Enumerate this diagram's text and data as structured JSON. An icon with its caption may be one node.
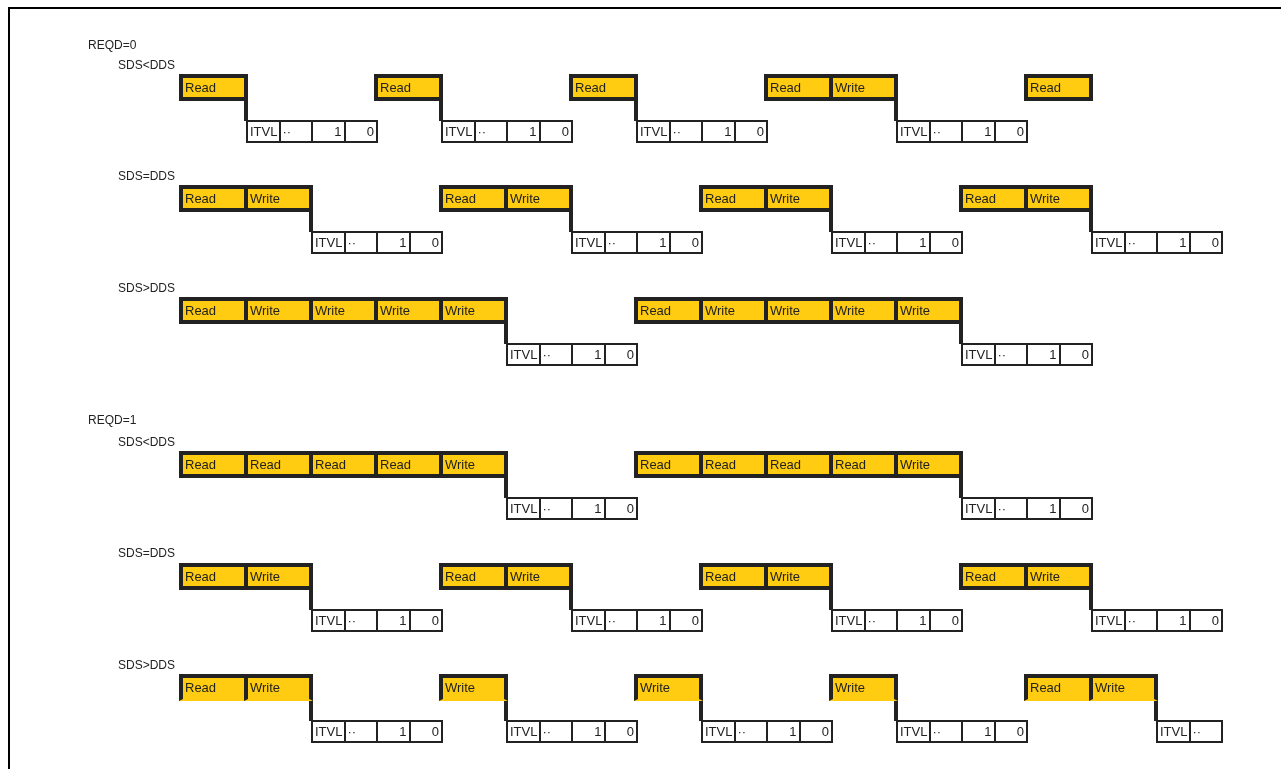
{
  "diagram": {
    "nodes": [
      {
        "text": [
          "Read"
        ]
      },
      {
        "text": [
          "ITVL"
        ]
      },
      {
        "text": [
          "··"
        ]
      },
      {
        "text": [
          "1"
        ]
      },
      {
        "text": [
          "0"
        ]
      },
      {
        "text": [
          "Read"
        ]
      },
      {
        "text": [
          "ITVL"
        ]
      },
      {
        "text": [
          "··"
        ]
      },
      {
        "text": [
          "1"
        ]
      },
      {
        "text": [
          "0"
        ]
      },
      {
        "text": [
          "Read"
        ]
      },
      {
        "text": [
          "ITVL"
        ]
      },
      {
        "text": [
          "··"
        ]
      },
      {
        "text": [
          "1"
        ]
      },
      {
        "text": [
          "0"
        ]
      },
      {
        "text": [
          "Read"
        ]
      },
      {
        "text": [
          "Write"
        ]
      },
      {
        "text": [
          "ITVL"
        ]
      },
      {
        "text": [
          "··"
        ]
      },
      {
        "text": [
          "1"
        ]
      },
      {
        "text": [
          "0"
        ]
      },
      {
        "text": [
          "Read"
        ]
      },
      {
        "text": [
          "Read"
        ]
      },
      {
        "text": [
          "Write"
        ]
      },
      {
        "text": [
          "ITVL"
        ]
      },
      {
        "text": [
          "··"
        ]
      },
      {
        "text": [
          "1"
        ]
      },
      {
        "text": [
          "0"
        ]
      },
      {
        "text": [
          "Read"
        ]
      },
      {
        "text": [
          "Write"
        ]
      },
      {
        "text": [
          "ITVL"
        ]
      },
      {
        "text": [
          "··"
        ]
      },
      {
        "text": [
          "1"
        ]
      },
      {
        "text": [
          "0"
        ]
      },
      {
        "text": [
          "Read"
        ]
      },
      {
        "text": [
          "Write"
        ]
      },
      {
        "text": [
          "ITVL"
        ]
      },
      {
        "text": [
          "··"
        ]
      },
      {
        "text": [
          "1"
        ]
      },
      {
        "text": [
          "0"
        ]
      },
      {
        "text": [
          "Read"
        ]
      },
      {
        "text": [
          "Write"
        ]
      },
      {
        "text": [
          "ITVL"
        ]
      },
      {
        "text": [
          "··"
        ]
      },
      {
        "text": [
          "1"
        ]
      },
      {
        "text": [
          "0"
        ]
      },
      {
        "text": [
          "Read"
        ]
      },
      {
        "text": [
          "Write"
        ]
      },
      {
        "text": [
          "Write"
        ]
      },
      {
        "text": [
          "Write"
        ]
      },
      {
        "text": [
          "Write"
        ]
      },
      {
        "text": [
          "ITVL"
        ]
      },
      {
        "text": [
          "··"
        ]
      },
      {
        "text": [
          "1"
        ]
      },
      {
        "text": [
          "0"
        ]
      },
      {
        "text": [
          "Read"
        ]
      },
      {
        "text": [
          "Write"
        ]
      },
      {
        "text": [
          "Write"
        ]
      },
      {
        "text": [
          "Write"
        ]
      },
      {
        "text": [
          "Write"
        ]
      },
      {
        "text": [
          "ITVL"
        ]
      },
      {
        "text": [
          "··"
        ]
      },
      {
        "text": [
          "1"
        ]
      },
      {
        "text": [
          "0"
        ]
      },
      {
        "text": [
          "Read"
        ]
      },
      {
        "text": [
          "Read"
        ]
      },
      {
        "text": [
          "Read"
        ]
      },
      {
        "text": [
          "Read"
        ]
      },
      {
        "text": [
          "Write"
        ]
      },
      {
        "text": [
          "ITVL"
        ]
      },
      {
        "text": [
          "··"
        ]
      },
      {
        "text": [
          "1"
        ]
      },
      {
        "text": [
          "0"
        ]
      },
      {
        "text": [
          "Read"
        ]
      },
      {
        "text": [
          "Read"
        ]
      },
      {
        "text": [
          "Read"
        ]
      },
      {
        "text": [
          "Read"
        ]
      },
      {
        "text": [
          "Write"
        ]
      },
      {
        "text": [
          "ITVL"
        ]
      },
      {
        "text": [
          "··"
        ]
      },
      {
        "text": [
          "1"
        ]
      },
      {
        "text": [
          "0"
        ]
      },
      {
        "text": [
          "Read"
        ]
      },
      {
        "text": [
          "Write"
        ]
      },
      {
        "text": [
          "ITVL"
        ]
      },
      {
        "text": [
          "··"
        ]
      },
      {
        "text": [
          "1"
        ]
      },
      {
        "text": [
          "0"
        ]
      },
      {
        "text": [
          "Read"
        ]
      },
      {
        "text": [
          "Write"
        ]
      },
      {
        "text": [
          "ITVL"
        ]
      },
      {
        "text": [
          "··"
        ]
      },
      {
        "text": [
          "1"
        ]
      },
      {
        "text": [
          "0"
        ]
      },
      {
        "text": [
          "Read"
        ]
      },
      {
        "text": [
          "Write"
        ]
      },
      {
        "text": [
          "ITVL"
        ]
      },
      {
        "text": [
          "··"
        ]
      },
      {
        "text": [
          "1"
        ]
      },
      {
        "text": [
          "0"
        ]
      },
      {
        "text": [
          "Read"
        ]
      },
      {
        "text": [
          "Write"
        ]
      },
      {
        "text": [
          "ITVL"
        ]
      },
      {
        "text": [
          "··"
        ]
      },
      {
        "text": [
          "1"
        ]
      },
      {
        "text": [
          "0"
        ]
      },
      {
        "text": [
          "Read"
        ]
      },
      {
        "text": [
          "Write"
        ]
      },
      {
        "text": [
          "ITVL"
        ]
      },
      {
        "text": [
          "··"
        ]
      },
      {
        "text": [
          "1"
        ]
      },
      {
        "text": [
          "0"
        ]
      },
      {
        "text": [
          "Write"
        ]
      },
      {
        "text": [
          "ITVL"
        ]
      },
      {
        "text": [
          "··"
        ]
      },
      {
        "text": [
          "1"
        ]
      },
      {
        "text": [
          "0"
        ]
      },
      {
        "text": [
          "Write"
        ]
      },
      {
        "text": [
          "ITVL"
        ]
      },
      {
        "text": [
          "··"
        ]
      },
      {
        "text": [
          "1"
        ]
      },
      {
        "text": [
          "0"
        ]
      },
      {
        "text": [
          "Write"
        ]
      },
      {
        "text": [
          "ITVL"
        ]
      },
      {
        "text": [
          "··"
        ]
      },
      {
        "text": [
          "1"
        ]
      },
      {
        "text": [
          "0"
        ]
      },
      {
        "text": [
          "Read"
        ]
      },
      {
        "text": [
          "Write"
        ]
      },
      {
        "text": [
          "ITVL"
        ]
      },
      {
        "text": [
          "··"
        ]
      }
    ],
    "labels": [
      "REQD=0",
      "SDS<DDS",
      "SDS=DDS",
      "SDS>DDS",
      "REQD=1",
      "SDS<DDS",
      "SDS=DDS",
      "SDS>DDS"
    ]
  }
}
